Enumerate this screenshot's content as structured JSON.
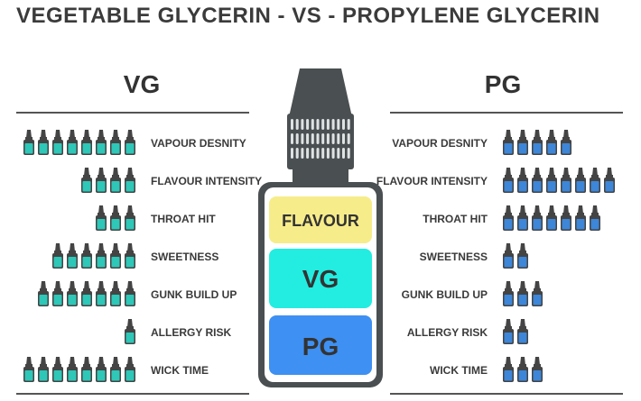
{
  "title": "VEGETABLE GLYCERIN - VS - PROPYLENE GLYCERIN",
  "left": {
    "heading": "VG",
    "color": "#2ec7b8"
  },
  "right": {
    "heading": "PG",
    "color": "#3d86d8"
  },
  "center": {
    "flavour": "FLAVOUR",
    "vg": "VG",
    "pg": "PG",
    "colors": {
      "flavour": "#f7ec8a",
      "vg": "#22ede0",
      "pg": "#3e90f2",
      "body": "#4a4f51"
    }
  },
  "metrics": [
    {
      "left_label": "VAPOUR DESNITY",
      "right_label": "VAPOUR DESNITY",
      "vg": 8,
      "pg": 5
    },
    {
      "left_label": "FLAVOUR INTENSITY",
      "right_label": "FLAVOUR INTENSITY",
      "vg": 4,
      "pg": 8
    },
    {
      "left_label": "THROAT HIT",
      "right_label": "THROAT HIT",
      "vg": 3,
      "pg": 7
    },
    {
      "left_label": "SWEETNESS",
      "right_label": "SWEETNESS",
      "vg": 6,
      "pg": 2
    },
    {
      "left_label": "GUNK BUILD UP",
      "right_label": "GUNK BUILD UP",
      "vg": 7,
      "pg": 3
    },
    {
      "left_label": "ALLERGY RISK",
      "right_label": "ALLERGY RISK",
      "vg": 1,
      "pg": 2
    },
    {
      "left_label": "WICK TIME",
      "right_label": "WICK TIME",
      "vg": 8,
      "pg": 3
    }
  ]
}
